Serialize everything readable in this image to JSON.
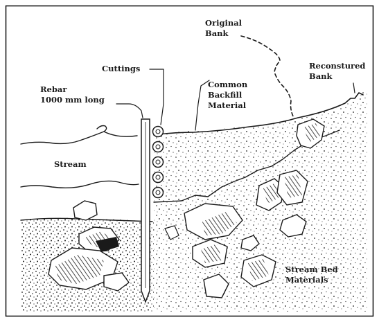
{
  "labels": {
    "original_bank": [
      "Original",
      "Bank"
    ],
    "reconstructed_bank": [
      "Reconstured",
      "Bank"
    ],
    "cuttings": "Cuttings",
    "rebar": [
      "Rebar",
      "1000 mm long"
    ],
    "common_backfill": [
      "Common",
      "Backfill",
      "Material"
    ],
    "stream": "Stream",
    "stream_bed_materials": [
      "Stream Bed",
      "Materials"
    ]
  },
  "colors": {
    "ink": "#1a1a1a",
    "paper": "#ffffff"
  }
}
